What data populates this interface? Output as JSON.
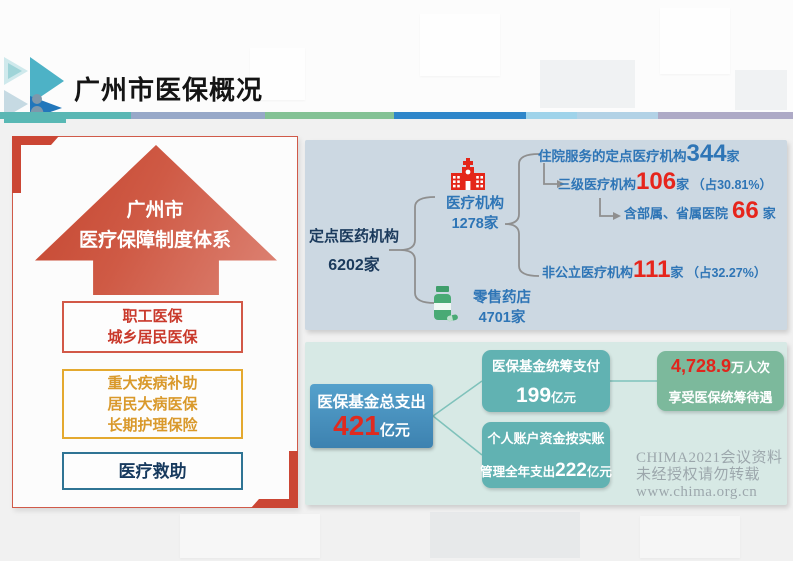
{
  "header": {
    "title": "广州市医保概况"
  },
  "system_panel": {
    "pyramid": {
      "line1": "广州市",
      "line2": "医疗保障制度体系"
    },
    "tier_basic": {
      "line1": "职工医保",
      "line2": "城乡居民医保"
    },
    "tier_supplement": {
      "line1": "重大疾病补助",
      "line2": "居民大病医保",
      "line3": "长期护理保险"
    },
    "tier_assistance": {
      "line1": "医疗救助"
    }
  },
  "network_panel": {
    "root": {
      "label": "定点医药机构",
      "count": "6202家"
    },
    "medical": {
      "label": "医疗机构",
      "count": "1278家"
    },
    "pharmacy": {
      "label": "零售药店",
      "count": "4701家"
    },
    "inpatient": {
      "label": "住院服务的定点医疗机构",
      "count": "344",
      "unit": "家"
    },
    "tertiary": {
      "label": "三级医疗机构",
      "count": "106",
      "unit": "家",
      "share": "（占30.81%）"
    },
    "affiliated": {
      "label": "含部属、省属医院",
      "count": "66",
      "unit": "家"
    },
    "private": {
      "label": "非公立医疗机构",
      "count": "111",
      "unit": "家",
      "share": "（占32.27%）"
    }
  },
  "fund_panel": {
    "total": {
      "label": "医保基金总支出",
      "value": "421",
      "unit": "亿元"
    },
    "pooled": {
      "label": "医保基金统筹支付",
      "value": "199",
      "unit": "亿元"
    },
    "personal": {
      "line1": "个人账户资金按实账",
      "line2_prefix": "管理全年支出",
      "value": "222",
      "unit": "亿元"
    },
    "beneficiary": {
      "value": "4,728.9",
      "unit": "万人次",
      "label": "享受医保统筹待遇"
    }
  },
  "watermark": {
    "line1": "CHIMA2021会议资料",
    "line2": "未经授权请勿转载",
    "line3": "www.chima.org.cn"
  },
  "icons": {
    "logo": "triangle-chevrons-logo",
    "medical": "hospital-building-icon",
    "pharmacy": "pill-bottle-icon"
  },
  "colors": {
    "title_text": "#141414",
    "accent_red": "#cb4634",
    "tier_basic_red": "#c9392b",
    "tier_supplement_orange": "#d9992b",
    "tier_assistance_teal": "#2f7494",
    "network_bg": "#ccd8e2",
    "fund_bg": "#d7e9e5",
    "node_blue": "#2e75b6",
    "dark_navy": "#1b3a5c",
    "number_red": "#e6251c",
    "total_box_blue": "#4793c0",
    "sub_box_teal": "#61b2b2",
    "beneficiary_green": "#7cb99c",
    "divider_segments": [
      "#5ab7b4",
      "#97a8c8",
      "#84c295",
      "#2e86ca",
      "#9fd3ea",
      "#b2d2e6",
      "#aeaac6"
    ]
  }
}
